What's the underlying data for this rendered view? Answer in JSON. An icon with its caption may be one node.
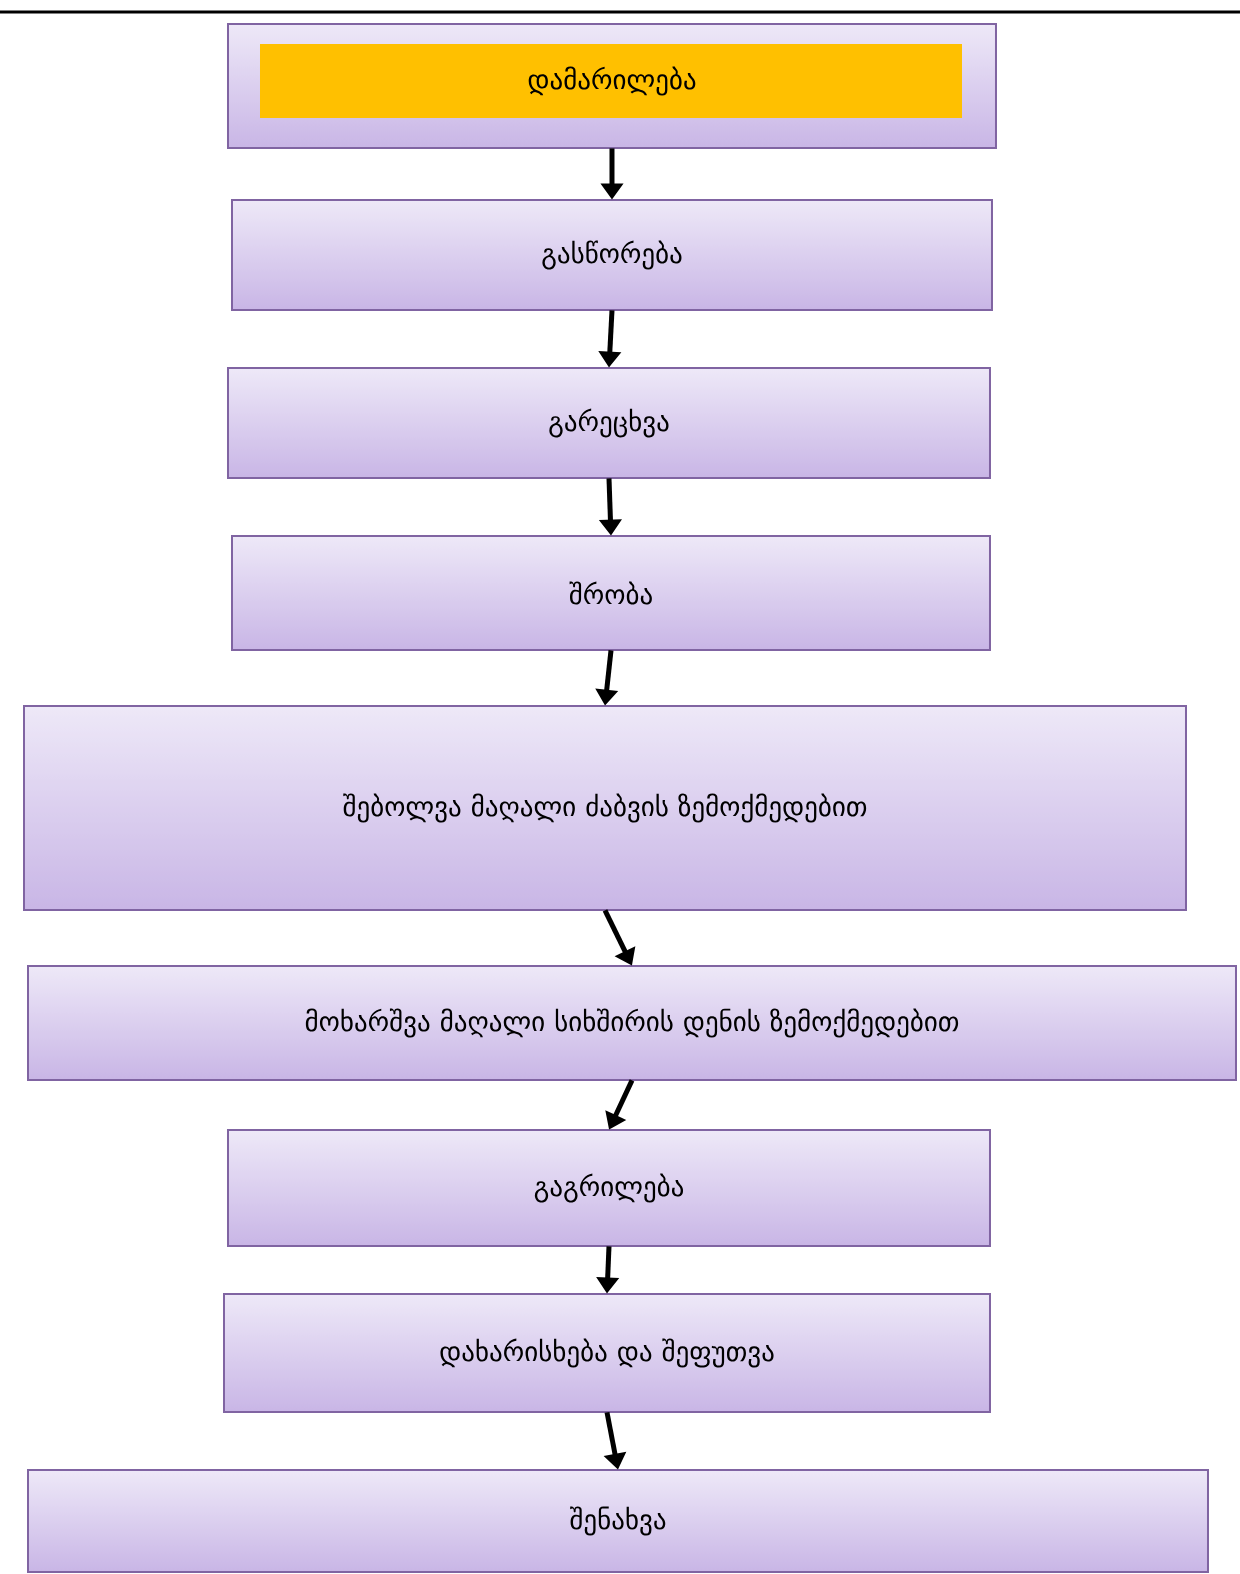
{
  "diagram": {
    "nodes": [
      {
        "text": [
          "დამარილება"
        ]
      },
      {
        "text": [
          "გასწორება"
        ]
      },
      {
        "text": [
          "გარეცხვა"
        ]
      },
      {
        "text": [
          "შრობა"
        ]
      },
      {
        "text": [
          "შებოლვა მაღალი ძაბვის ზემოქმედებით"
        ]
      },
      {
        "text": [
          "მოხარშვა მაღალი სიხშირის დენის ზემოქმედებით"
        ]
      },
      {
        "text": [
          "გაგრილება"
        ]
      },
      {
        "text": [
          "დახარისხება და შეფუთვა"
        ]
      },
      {
        "text": [
          "შენახვა"
        ]
      }
    ],
    "edges": [
      {
        "from": 0,
        "to": 1,
        "arrow": "to"
      },
      {
        "from": 1,
        "to": 2,
        "arrow": "to"
      },
      {
        "from": 2,
        "to": 3,
        "arrow": "to"
      },
      {
        "from": 3,
        "to": 4,
        "arrow": "to"
      },
      {
        "from": 4,
        "to": 5,
        "arrow": "to"
      },
      {
        "from": 5,
        "to": 6,
        "arrow": "to"
      },
      {
        "from": 6,
        "to": 7,
        "arrow": "to"
      },
      {
        "from": 7,
        "to": 8,
        "arrow": "to"
      }
    ]
  }
}
